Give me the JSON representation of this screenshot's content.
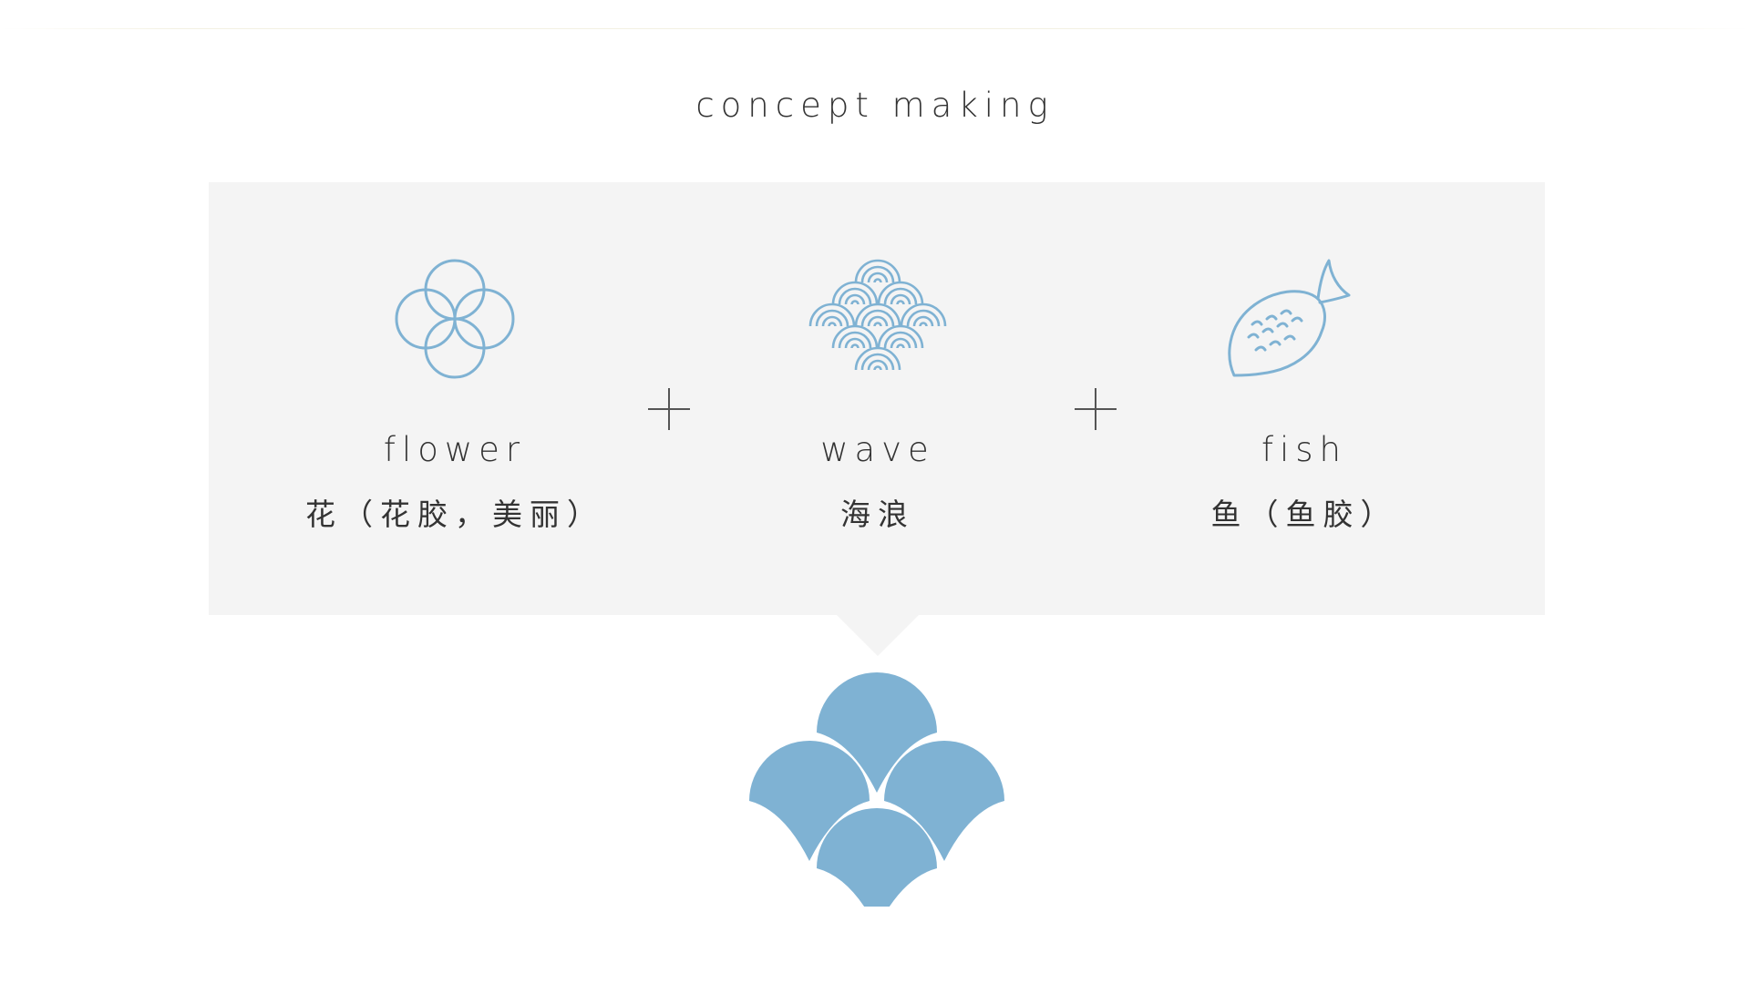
{
  "title": "concept making",
  "concepts": [
    {
      "en": "flower",
      "zh": "花（花胶，美丽）",
      "icon": "flower-icon"
    },
    {
      "en": "wave",
      "zh": "海浪",
      "icon": "wave-icon"
    },
    {
      "en": "fish",
      "zh": "鱼（鱼胶）",
      "icon": "fish-icon"
    }
  ],
  "colors": {
    "accent": "#7fb2d3",
    "panel": "#f4f4f4",
    "text": "#333333"
  }
}
